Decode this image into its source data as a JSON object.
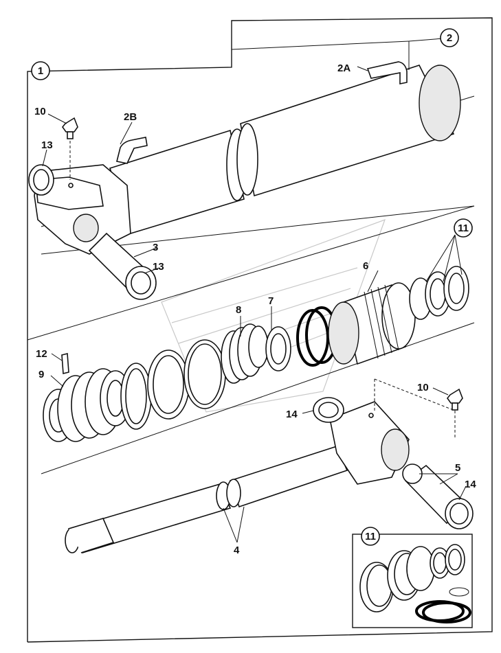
{
  "callouts": {
    "c1": "1",
    "c2": "2",
    "c2a": "2A",
    "c2b": "2B",
    "c3": "3",
    "c4": "4",
    "c5": "5",
    "c6": "6",
    "c7": "7",
    "c8": "8",
    "c9": "9",
    "c10a": "10",
    "c10b": "10",
    "c11a": "11",
    "c11b": "11",
    "c12": "12",
    "c13a": "13",
    "c13b": "13",
    "c14a": "14",
    "c14b": "14"
  }
}
